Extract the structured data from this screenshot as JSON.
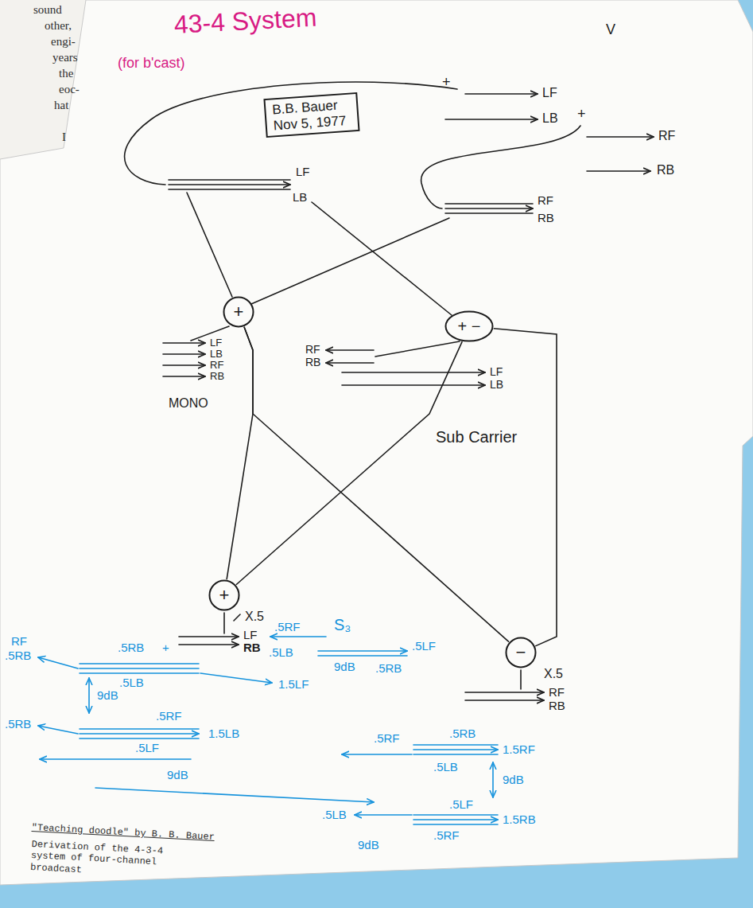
{
  "diagram": {
    "title": "43-4 System",
    "caption": "Derivation of the 4-3-4 system of four-channel broadcast",
    "nodes": [
      {
        "text": [
          "B.B. Bauer Nov 5, 1977"
        ]
      },
      {
        "text": [
          "+"
        ]
      },
      {
        "text": [
          "+ −"
        ]
      },
      {
        "text": [
          "+"
        ]
      },
      {
        "text": [
          "−"
        ]
      }
    ],
    "edges": [
      {
        "from": 1,
        "to": 3,
        "arrow": "none"
      },
      {
        "from": 1,
        "to": 4,
        "arrow": "none"
      },
      {
        "from": 2,
        "to": 3,
        "arrow": "none"
      },
      {
        "from": 2,
        "to": 4,
        "arrow": "none"
      }
    ],
    "labels": [
      "sound",
      "other,",
      "engi-",
      "years",
      "the",
      "eoc-",
      "hat",
      "I",
      "(for b'cast)",
      "V",
      "+",
      "LF",
      "LB",
      "+",
      "RF",
      "RB",
      "LF",
      "LB",
      "RF",
      "RB",
      "LF",
      "LB",
      "RF",
      "RB",
      "MONO",
      "RF",
      "RB",
      "LF",
      "LB",
      "Sub Carrier",
      "X.5",
      "LF",
      "RB",
      "X.5",
      "RF",
      "RB",
      "RF",
      ".5RB",
      ".5RB",
      "+",
      ".5LB",
      ".5RF",
      "S₃",
      ".5LF",
      "9dB",
      ".5RB",
      ".5LB",
      "1.5LF",
      "9dB",
      ".5RB",
      ".5RF",
      ".5LF",
      "1.5LB",
      "9dB",
      ".5RF",
      ".5RB",
      ".5LB",
      "1.5RF",
      "9dB",
      ".5LB",
      ".5LF",
      ".5RF",
      "1.5RB",
      "9dB",
      "\"Teaching doodle\" by B. B. Bauer"
    ]
  }
}
